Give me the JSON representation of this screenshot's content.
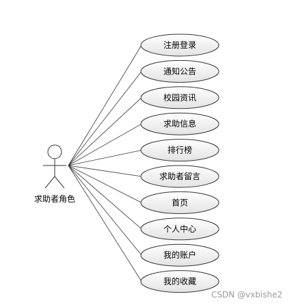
{
  "actor": {
    "label": "求助者角色"
  },
  "use_cases": [
    {
      "label": "注册登录"
    },
    {
      "label": "通知公告"
    },
    {
      "label": "校园资讯"
    },
    {
      "label": "求助信息"
    },
    {
      "label": "排行榜"
    },
    {
      "label": "求助者留言"
    },
    {
      "label": "首页"
    },
    {
      "label": "个人中心"
    },
    {
      "label": "我的账户"
    },
    {
      "label": "我的收藏"
    }
  ],
  "watermark": "CSDN @vxbishe2",
  "colors": {
    "line": "#333333",
    "ellipse_fill_top": "#ffffff",
    "ellipse_fill_bottom": "#e3e3e3",
    "watermark": "#9a9a9a"
  }
}
